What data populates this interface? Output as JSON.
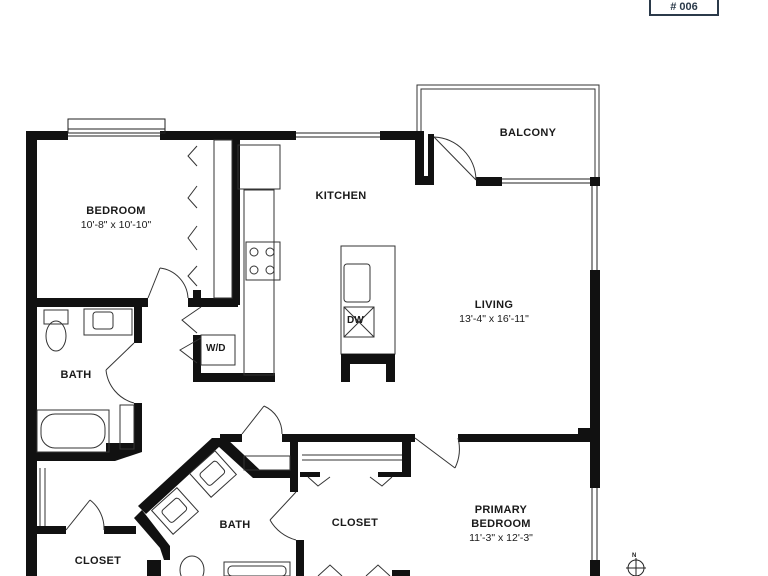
{
  "unit_tag": "# 006",
  "rooms": {
    "bedroom": {
      "name": "BEDROOM",
      "dims": "10'-8\" x 10'-10\""
    },
    "kitchen": {
      "name": "KITCHEN"
    },
    "balcony": {
      "name": "BALCONY"
    },
    "living": {
      "name": "LIVING",
      "dims": "13'-4\" x 16'-11\""
    },
    "bath_upper": {
      "name": "BATH"
    },
    "bath_lower": {
      "name": "BATH"
    },
    "closet_main": {
      "name": "CLOSET"
    },
    "closet_lower": {
      "name": "CLOSET"
    },
    "primary_bedroom": {
      "name_line1": "PRIMARY",
      "name_line2": "BEDROOM",
      "dims": "11'-3\" x 12'-3\""
    }
  },
  "fixtures": {
    "washer_dryer": "W/D",
    "dishwasher": "DW"
  },
  "compass_label": "N",
  "colors": {
    "wall": "#111111",
    "ink": "#1a1a1a",
    "tag": "#2b3a4a"
  }
}
